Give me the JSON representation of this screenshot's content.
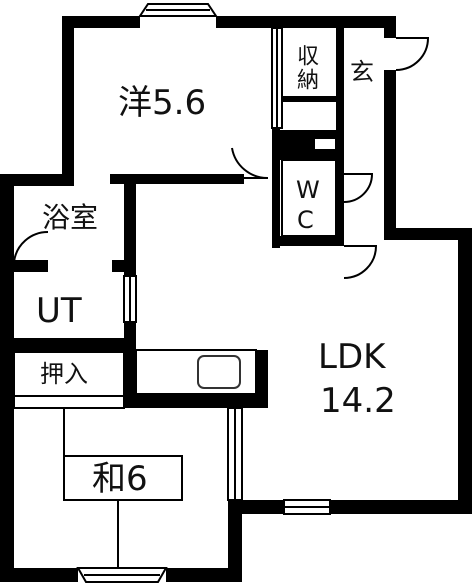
{
  "rooms": {
    "western": {
      "name": "洋5.6"
    },
    "storage": {
      "name": "収納"
    },
    "entrance": {
      "name": "玄"
    },
    "wc_top": "W",
    "wc_bottom": "C",
    "bath": {
      "name": "浴室"
    },
    "utility": {
      "name": "UT"
    },
    "closet": {
      "name": "押入"
    },
    "ldk": {
      "name": "LDK",
      "size": "14.2"
    },
    "japanese": {
      "name": "和6"
    }
  },
  "colors": {
    "wall": "#000000",
    "fixture": "#333333",
    "background": "#ffffff"
  }
}
